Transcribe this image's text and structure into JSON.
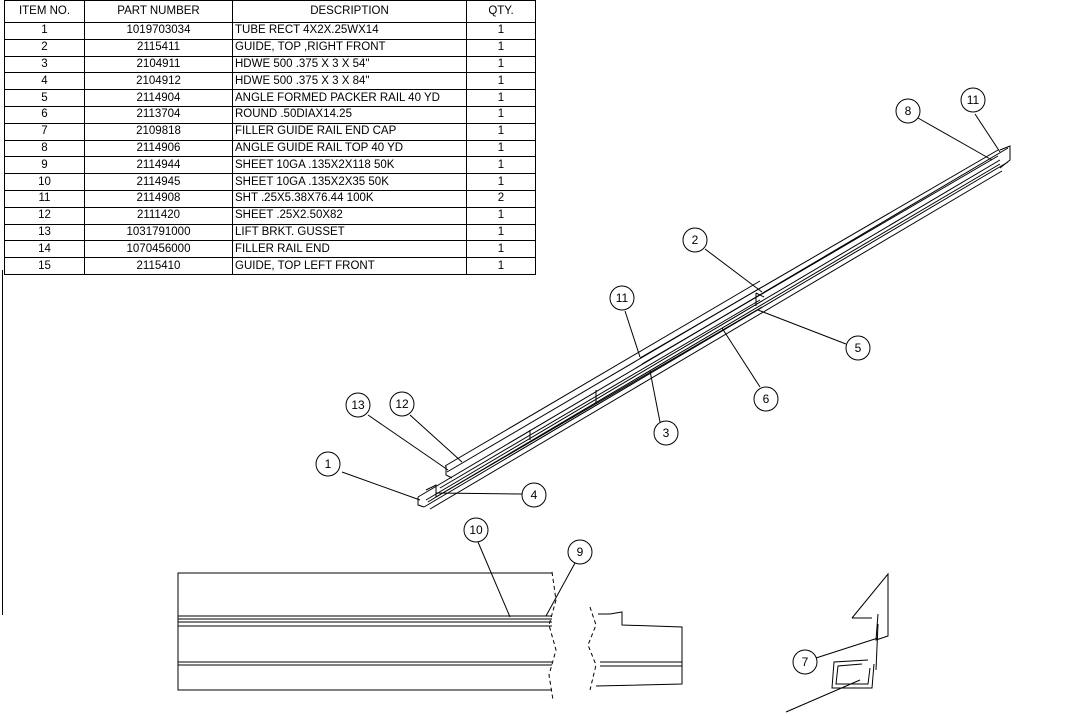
{
  "bom": {
    "headers": [
      "ITEM NO.",
      "PART NUMBER",
      "DESCRIPTION",
      "QTY."
    ],
    "rows": [
      [
        "1",
        "1019703034",
        "TUBE RECT 4X2X.25WX14",
        "1"
      ],
      [
        "2",
        "2115411",
        "GUIDE, TOP ,RIGHT FRONT",
        "1"
      ],
      [
        "3",
        "2104911",
        "HDWE 500 .375 X 3 X 54\"",
        "1"
      ],
      [
        "4",
        "2104912",
        "HDWE 500 .375 X 3 X 84\"",
        "1"
      ],
      [
        "5",
        "2114904",
        "ANGLE FORMED PACKER RAIL 40 YD",
        "1"
      ],
      [
        "6",
        "2113704",
        "ROUND .50DIAX14.25",
        "1"
      ],
      [
        "7",
        "2109818",
        "FILLER GUIDE RAIL END CAP",
        "1"
      ],
      [
        "8",
        "2114906",
        "ANGLE GUIDE RAIL TOP 40 YD",
        "1"
      ],
      [
        "9",
        "2114944",
        "SHEET 10GA .135X2X118 50K",
        "1"
      ],
      [
        "10",
        "2114945",
        "SHEET 10GA .135X2X35 50K",
        "1"
      ],
      [
        "11",
        "2114908",
        "SHT .25X5.38X76.44 100K",
        "2"
      ],
      [
        "12",
        "2111420",
        "SHEET .25X2.50X82",
        "1"
      ],
      [
        "13",
        "1031791000",
        "LIFT BRKT. GUSSET",
        "1"
      ],
      [
        "14",
        "1070456000",
        "FILLER RAIL END",
        "1"
      ],
      [
        "15",
        "2115410",
        "GUIDE, TOP LEFT FRONT",
        "1"
      ]
    ]
  },
  "balloons": [
    "1",
    "2",
    "3",
    "4",
    "5",
    "6",
    "7",
    "8",
    "9",
    "10",
    "11",
    "11",
    "12",
    "13"
  ]
}
